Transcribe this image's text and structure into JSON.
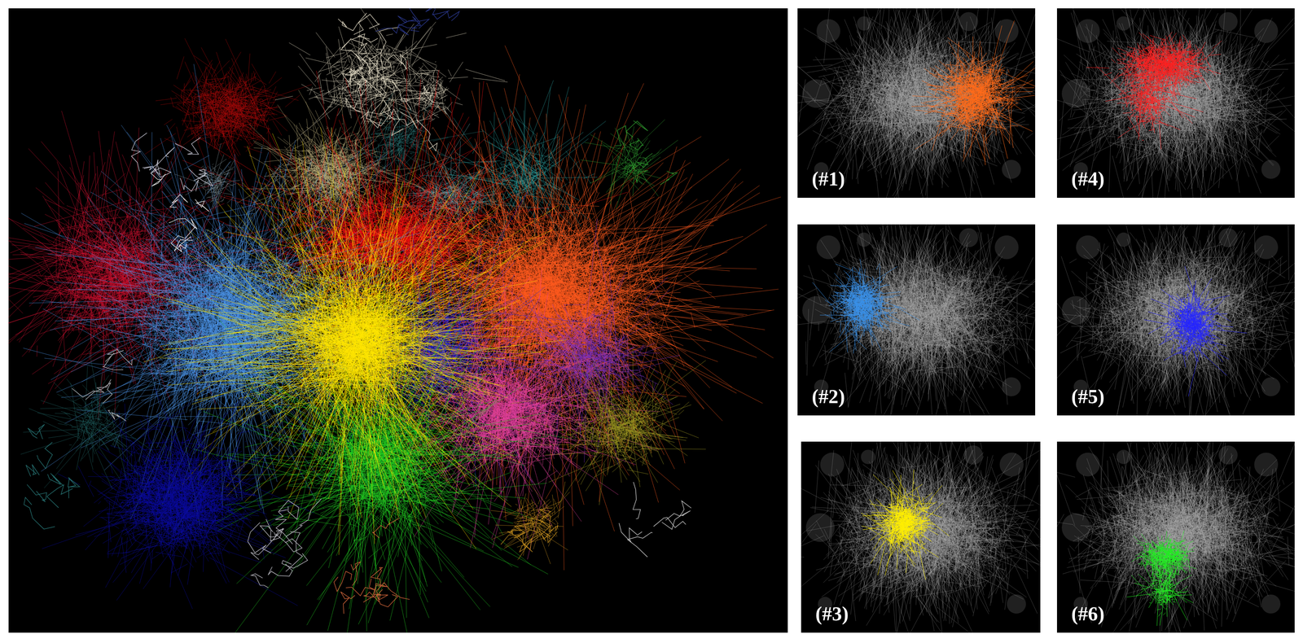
{
  "diagram": {
    "nodes": [
      {
        "text": [
          "(#1)"
        ]
      },
      {
        "text": [
          "(#4)"
        ]
      },
      {
        "text": [
          "(#2)"
        ]
      },
      {
        "text": [
          "(#5)"
        ]
      },
      {
        "text": [
          "(#3)"
        ]
      },
      {
        "text": [
          "(#6)"
        ]
      }
    ]
  }
}
